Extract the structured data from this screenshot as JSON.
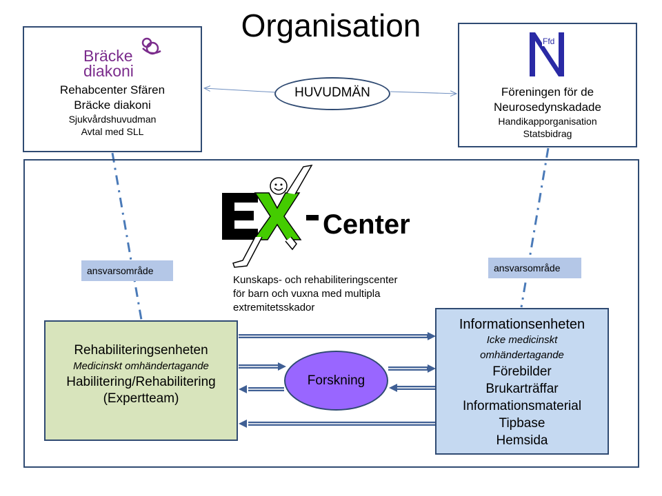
{
  "title": "Organisation",
  "left_org": {
    "logo_line1": "Bräcke",
    "logo_line2": "diakoni",
    "name_line1": "Rehabcenter Sfären",
    "name_line2": "Bräcke diakoni",
    "detail_line1": "Sjukvårdshuvudman",
    "detail_line2": "Avtal med SLL"
  },
  "right_org": {
    "logo_text": "Ffd",
    "name_line1": "Föreningen för de",
    "name_line2": "Neurosedynskadade",
    "detail_line1": "Handikapporganisation",
    "detail_line2": "Statsbidrag"
  },
  "huvudman": "HUVUDMÄN",
  "excenter": {
    "logo_text": "Center",
    "desc_line1": "Kunskaps- och rehabiliteringscenter",
    "desc_line2": "för barn och vuxna med multipla",
    "desc_line3": "extremitetsskador"
  },
  "tags": {
    "left": "ansvarsområde",
    "right": "ansvarsområde"
  },
  "rehab_unit": {
    "title": "Rehabiliteringsenheten",
    "subtitle": "Medicinskt omhändertagande",
    "line1": "Habilitering/Rehabilitering",
    "line2": "(Expertteam)"
  },
  "research": "Forskning",
  "info_unit": {
    "title": "Informationsenheten",
    "subtitle1": "Icke medicinskt",
    "subtitle2": "omhändertagande",
    "items": [
      "Förebilder",
      "Brukarträffar",
      "Informationsmaterial",
      "Tipbase",
      "Hemsida"
    ]
  },
  "colors": {
    "border": "#2f4a72",
    "rehab_fill": "#d8e4bc",
    "info_fill": "#c5d9f1",
    "research_fill": "#9966ff",
    "tag_fill": "#b4c7e7",
    "logo_purple": "#7b2c8c",
    "logo_green": "#44cc00",
    "ffd_blue": "#2a2aa5"
  }
}
